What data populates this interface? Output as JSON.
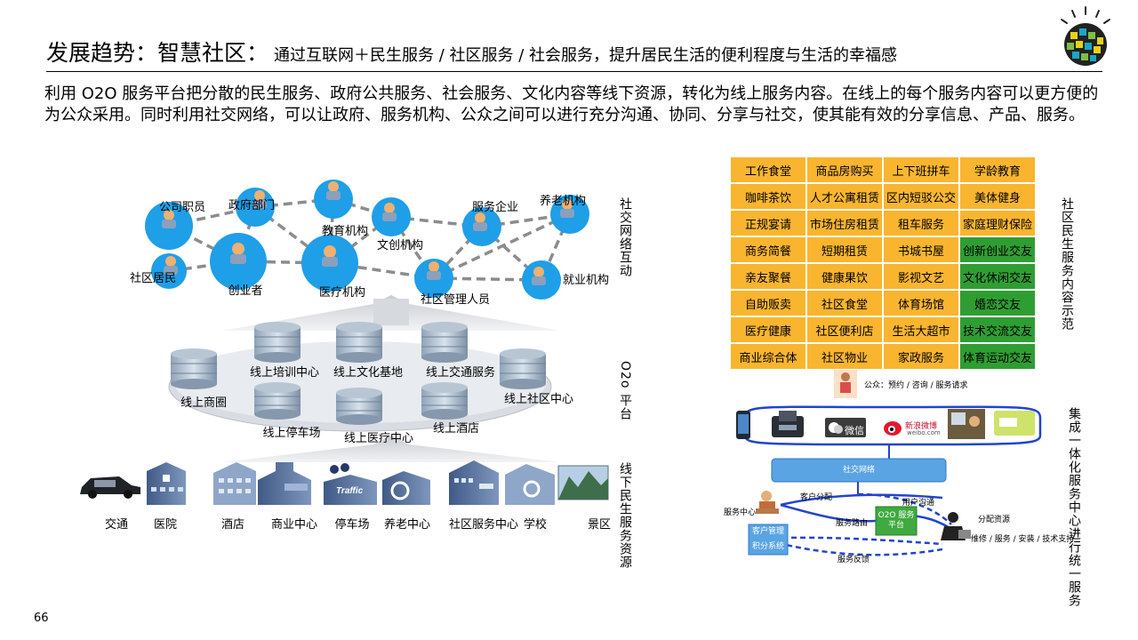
{
  "header": {
    "title_main": "发展趋势：智慧社区：",
    "title_sub": "通过互联网＋民生服务 / 社区服务 / 社会服务，提升居民生活的便利程度与生活的幸福感"
  },
  "intro": "利用 O2O 服务平台把分散的民生服务、政府公共服务、社会服务、文化内容等线下资源，转化为线上服务内容。在线上的每个服务内容可以更方便的为公众采用。同时利用社交网络，可以让政府、服务机构、公众之间可以进行充分沟通、协同、分享与社交，使其能有效的分享信息、产品、服务。",
  "page_number": "66",
  "colors": {
    "node_blue": "#1e9fe8",
    "platform_gray": "#d9dde3",
    "orange_cell": "#f9b52f",
    "green_cell": "#2f9e32",
    "flow_blue": "#2244cc"
  },
  "social_network": {
    "side_label": "社交网络互动",
    "nodes": [
      {
        "label": "公司职员"
      },
      {
        "label": "政府部门"
      },
      {
        "label": "教育机构"
      },
      {
        "label": "文创机构"
      },
      {
        "label": "服务企业"
      },
      {
        "label": "养老机构"
      },
      {
        "label": "社区居民"
      },
      {
        "label": "创业者"
      },
      {
        "label": "医疗机构"
      },
      {
        "label": "社区管理人员"
      },
      {
        "label": "就业机构"
      }
    ]
  },
  "o2o_platform": {
    "side_label": "O2o 平台",
    "items": [
      {
        "label": "线上培训中心"
      },
      {
        "label": "线上文化基地"
      },
      {
        "label": "线上交通服务"
      },
      {
        "label": "线上商圈"
      },
      {
        "label": "线上社区中心"
      },
      {
        "label": "线上停车场"
      },
      {
        "label": "线上医疗中心"
      },
      {
        "label": "线上酒店"
      }
    ]
  },
  "offline_resources": {
    "side_label": "线下民生服务资源",
    "items": [
      {
        "label": "交通",
        "icon": "car-icon"
      },
      {
        "label": "医院",
        "icon": "hospital-building-icon"
      },
      {
        "label": "酒店",
        "icon": "hotel-building-icon"
      },
      {
        "label": "商业中心",
        "icon": "commercial-center-icon"
      },
      {
        "label": "停车场",
        "icon": "parking-icon"
      },
      {
        "label": "养老中心",
        "icon": "elderly-center-icon"
      },
      {
        "label": "社区服务中心",
        "icon": "community-center-icon"
      },
      {
        "label": "学校",
        "icon": "school-icon"
      },
      {
        "label": "景区",
        "icon": "scenic-area-icon"
      }
    ]
  },
  "services_grid": {
    "side_label": "社区民生服务内容示范",
    "cells": [
      {
        "text": "工作食堂",
        "tone": "o"
      },
      {
        "text": "商品房购买",
        "tone": "o"
      },
      {
        "text": "上下班拼车",
        "tone": "o"
      },
      {
        "text": "学龄教育",
        "tone": "o"
      },
      {
        "text": "咖啡茶饮",
        "tone": "o"
      },
      {
        "text": "人才公寓租赁",
        "tone": "o"
      },
      {
        "text": "区内短驳公交",
        "tone": "o"
      },
      {
        "text": "美体健身",
        "tone": "o"
      },
      {
        "text": "正规宴请",
        "tone": "o"
      },
      {
        "text": "市场住房租赁",
        "tone": "o"
      },
      {
        "text": "租车服务",
        "tone": "o"
      },
      {
        "text": "家庭理财保险",
        "tone": "o"
      },
      {
        "text": "商务简餐",
        "tone": "o"
      },
      {
        "text": "短期租赁",
        "tone": "o"
      },
      {
        "text": "书城书屋",
        "tone": "o"
      },
      {
        "text": "创新创业交友",
        "tone": "g"
      },
      {
        "text": "亲友聚餐",
        "tone": "o"
      },
      {
        "text": "健康果饮",
        "tone": "o"
      },
      {
        "text": "影视文艺",
        "tone": "o"
      },
      {
        "text": "文化休闲交友",
        "tone": "g"
      },
      {
        "text": "自助贩卖",
        "tone": "o"
      },
      {
        "text": "社区食堂",
        "tone": "o"
      },
      {
        "text": "体育场馆",
        "tone": "o"
      },
      {
        "text": "婚恋交友",
        "tone": "g"
      },
      {
        "text": "医疗健康",
        "tone": "o"
      },
      {
        "text": "社区便利店",
        "tone": "o"
      },
      {
        "text": "生活大超市",
        "tone": "o"
      },
      {
        "text": "技术交流交友",
        "tone": "g"
      },
      {
        "text": "商业综合体",
        "tone": "o"
      },
      {
        "text": "社区物业",
        "tone": "o"
      },
      {
        "text": "家政服务",
        "tone": "o"
      },
      {
        "text": "体育运动交友",
        "tone": "g"
      }
    ]
  },
  "integration": {
    "side_label": "集成一体化服务中心进行统一服务",
    "public_request": "公众：预约 / 咨询 / 服务请求",
    "wechat_label": "微信",
    "weibo_label": "新浪微博",
    "weibo_url_text": "weibo.com",
    "social_network_bar": "社交网络",
    "service_center": "服务中心",
    "customer_assign": "客户分配",
    "user_communication": "用户沟通",
    "service_routing": "服务路由",
    "o2o_platform_box": "O2O 服务平台",
    "allocate_resources": "分配资源",
    "resource_types": "维修 / 服务 / 安装 / 技术支持",
    "customer_management": "客户管理",
    "points_system": "积分系统",
    "service_feedback": "服务反馈"
  }
}
